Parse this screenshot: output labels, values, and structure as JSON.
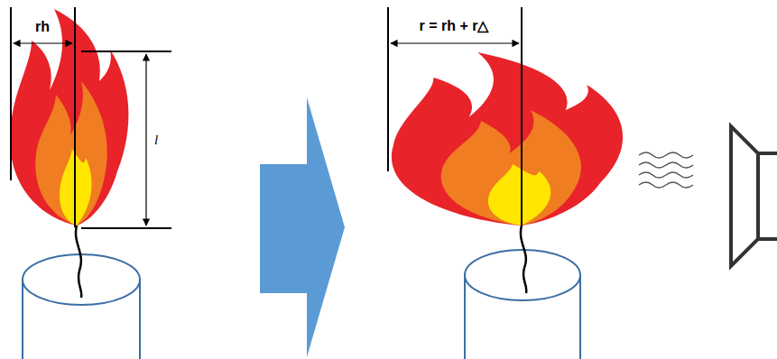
{
  "diagram": {
    "labels": [
      "rh",
      "l",
      "r = rh + r△"
    ]
  }
}
